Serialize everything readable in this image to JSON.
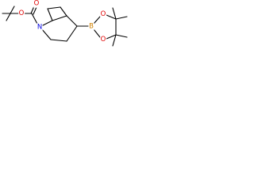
{
  "molecule": {
    "atoms": [
      {
        "id": "o_carbonyl",
        "label": "O",
        "color": "#e00000"
      },
      {
        "id": "o_ester",
        "label": "O",
        "color": "#e00000"
      },
      {
        "id": "n_bridge",
        "label": "N",
        "color": "#0000e0"
      },
      {
        "id": "b_boron",
        "label": "B",
        "color": "#d08000"
      },
      {
        "id": "o_boronate_top",
        "label": "O",
        "color": "#e00000"
      },
      {
        "id": "o_boronate_bottom",
        "label": "O",
        "color": "#e00000"
      }
    ]
  }
}
